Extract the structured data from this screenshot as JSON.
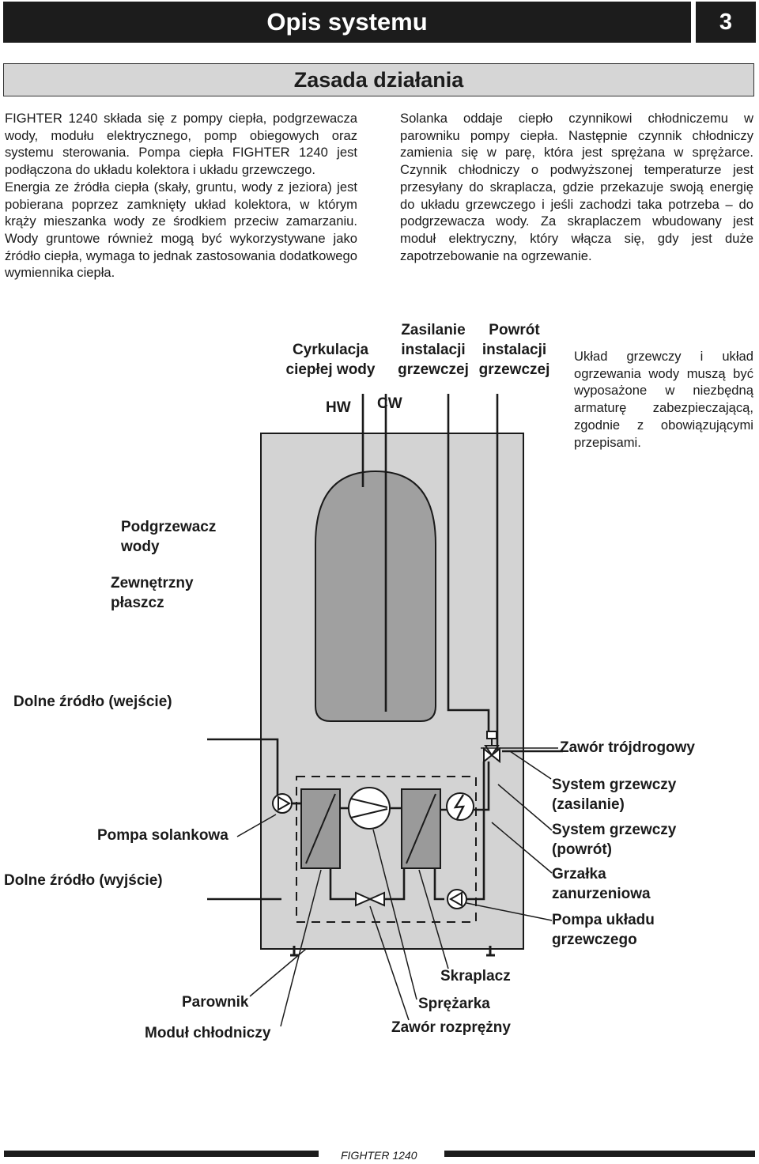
{
  "header": {
    "title": "Opis systemu",
    "page_number": "3"
  },
  "section": {
    "title": "Zasada działania"
  },
  "intro": {
    "left_p1": "FIGHTER 1240 składa się z pompy ciepła, podgrzewacza wody, modułu elektrycznego, pomp obiegowych oraz systemu sterowania. Pompa ciepła FIGHTER 1240 jest podłączona do układu kolektora i układu grzewczego.",
    "left_p2": "Energia ze źródła ciepła (skały, gruntu, wody z jeziora) jest pobierana poprzez zamknięty układ kolektora, w którym krąży mieszanka wody ze środkiem przeciw zamarzaniu. Wody gruntowe również mogą być wykorzystywane jako źródło ciepła, wymaga to jednak zastosowania dodatkowego wymiennika ciepła.",
    "right_p1": "Solanka oddaje ciepło czynnikowi chłodniczemu w parowniku pompy ciepła. Następnie czynnik chłodniczy zamienia się w parę, która jest sprężana w sprężarce. Czynnik chłodniczy o podwyższonej temperaturze jest przesyłany do skraplacza, gdzie przekazuje swoją energię do układu grzewczego i jeśli zachodzi taka potrzeba – do podgrzewacza wody. Za skraplaczem wbudowany jest moduł elektryczny, który włącza się, gdy jest duże zapotrzebowanie na ogrzewanie."
  },
  "note": "Układ grzewczy i układ ogrzewania wody muszą być wyposażone w niezbędną armaturę zabezpieczającą, zgodnie z obowiązującymi przepisami.",
  "diagram": {
    "labels": {
      "cyrkulacja_1": "Cyrkulacja",
      "cyrkulacja_2": "ciepłej wody",
      "hw": "HW",
      "cw": "CW",
      "zasilanie_1": "Zasilanie",
      "zasilanie_2": "instalacji",
      "zasilanie_3": "grzewczej",
      "powrot_1": "Powrót",
      "powrot_2": "instalacji",
      "powrot_3": "grzewczej",
      "podgrzewacz_1": "Podgrzewacz",
      "podgrzewacz_2": "wody",
      "plaszcz_1": "Zewnętrzny",
      "plaszcz_2": "płaszcz",
      "dolne_wejscie": "Dolne źródło (wejście)",
      "zawor_trojdrogowy": "Zawór trójdrogowy",
      "sys_zasilanie_1": "System grzewczy",
      "sys_zasilanie_2": "(zasilanie)",
      "pompa_solankowa": "Pompa solankowa",
      "sys_powrot_1": "System grzewczy",
      "sys_powrot_2": "(powrót)",
      "dolne_wyjscie": "Dolne źródło (wyjście)",
      "grzalka_1": "Grzałka",
      "grzalka_2": "zanurzeniowa",
      "pompa_ukladu_1": "Pompa układu",
      "pompa_ukladu_2": "grzewczego",
      "skraplacz": "Skraplacz",
      "parownik": "Parownik",
      "sprezarka": "Sprężarka",
      "modul": "Moduł chłodniczy",
      "zawor_rozprezny": "Zawór rozprężny"
    }
  },
  "footer": {
    "model": "FIGHTER 1240"
  }
}
